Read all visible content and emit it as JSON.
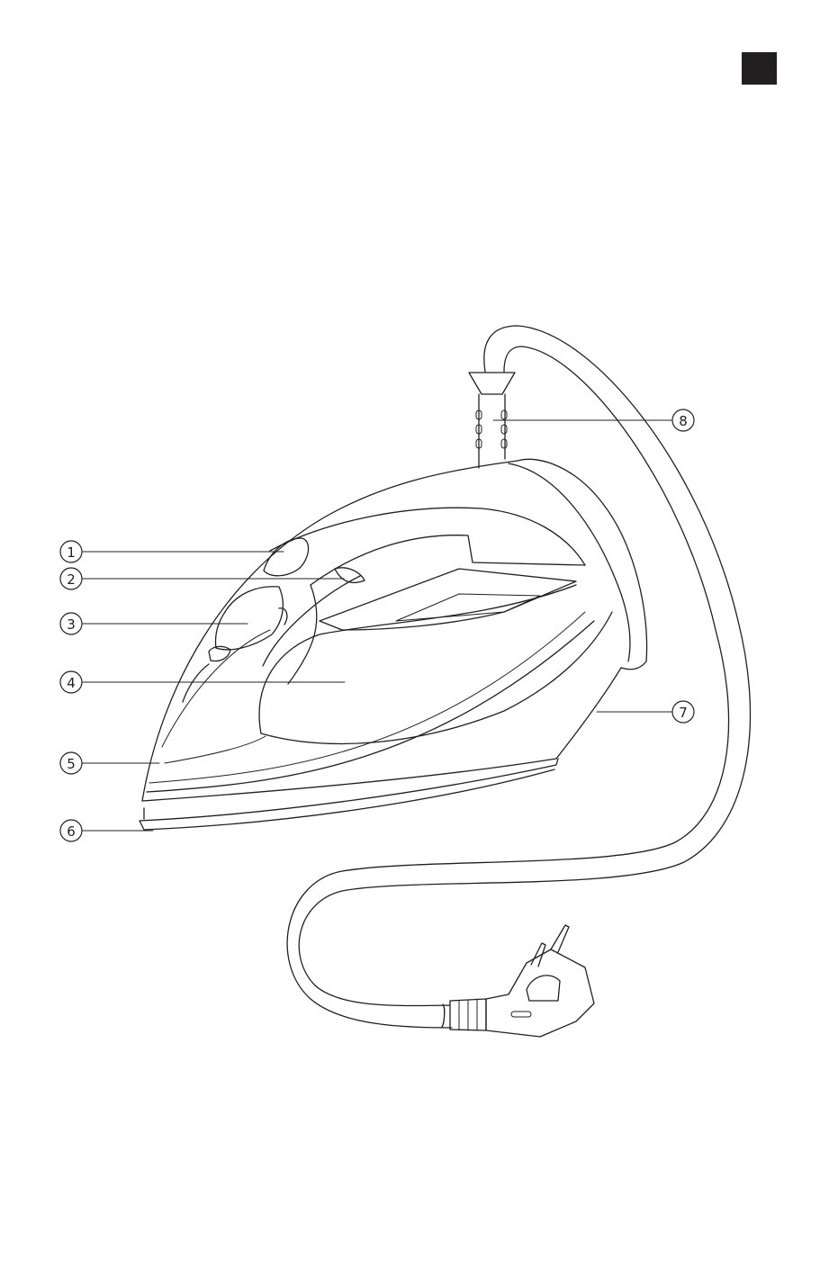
{
  "page": {
    "corner_tab_color": "#231f20"
  },
  "callouts": [
    {
      "num": "1"
    },
    {
      "num": "2"
    },
    {
      "num": "3"
    },
    {
      "num": "4"
    },
    {
      "num": "5"
    },
    {
      "num": "6"
    },
    {
      "num": "7"
    },
    {
      "num": "8"
    }
  ]
}
